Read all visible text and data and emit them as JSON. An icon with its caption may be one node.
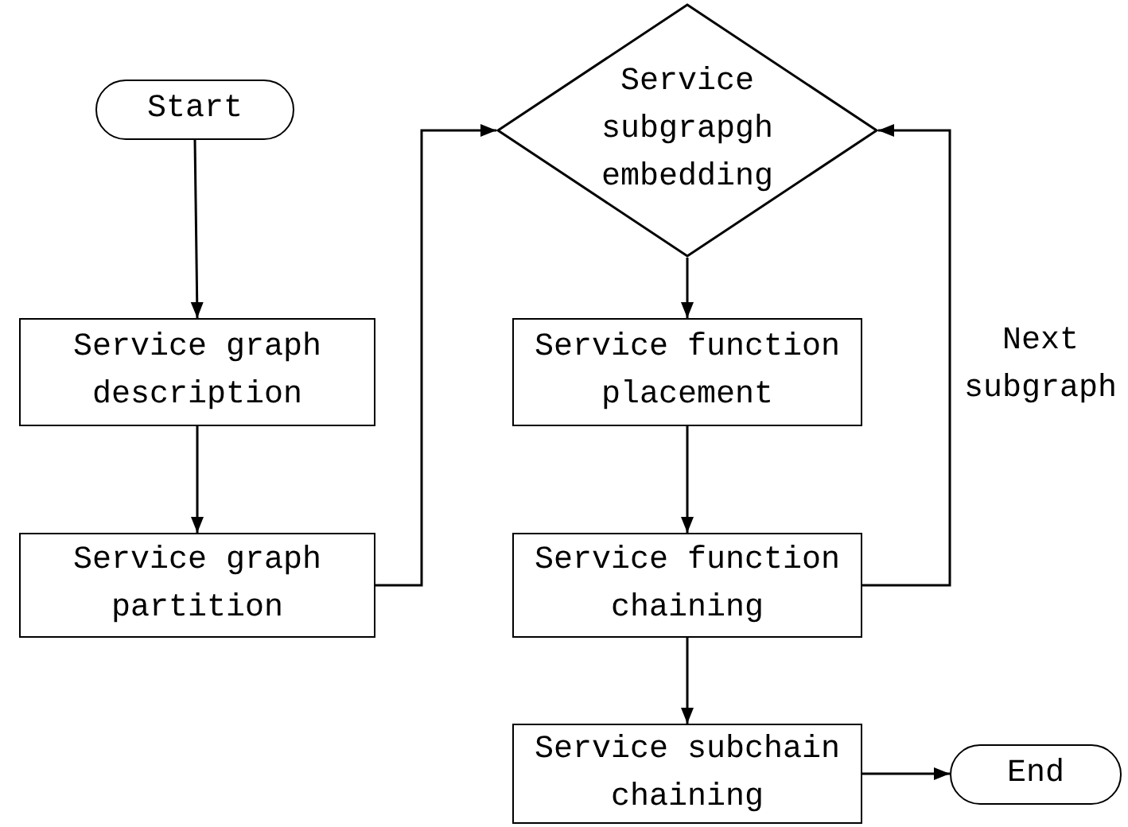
{
  "diagram": {
    "nodes": [
      {
        "text": [
          "Start"
        ]
      },
      {
        "text": [
          "Service graph description"
        ]
      },
      {
        "text": [
          "Service graph partition"
        ]
      },
      {
        "text": [
          "Service subgrapgh embedding"
        ]
      },
      {
        "text": [
          "Service function placement"
        ]
      },
      {
        "text": [
          "Service function chaining"
        ]
      },
      {
        "text": [
          "Service subchain chaining"
        ]
      },
      {
        "text": [
          "End"
        ]
      }
    ],
    "edges": [
      {
        "from": 0,
        "to": 1,
        "arrow": "to"
      },
      {
        "from": 1,
        "to": 2,
        "arrow": "to"
      },
      {
        "from": 2,
        "to": 3,
        "arrow": "to"
      },
      {
        "from": 3,
        "to": 4,
        "arrow": "to"
      },
      {
        "from": 4,
        "to": 5,
        "arrow": "to"
      },
      {
        "from": 5,
        "to": 3,
        "arrow": "to",
        "label": "Next subgraph"
      },
      {
        "from": 5,
        "to": 6,
        "arrow": "to"
      },
      {
        "from": 6,
        "to": 7,
        "arrow": "to"
      }
    ]
  }
}
